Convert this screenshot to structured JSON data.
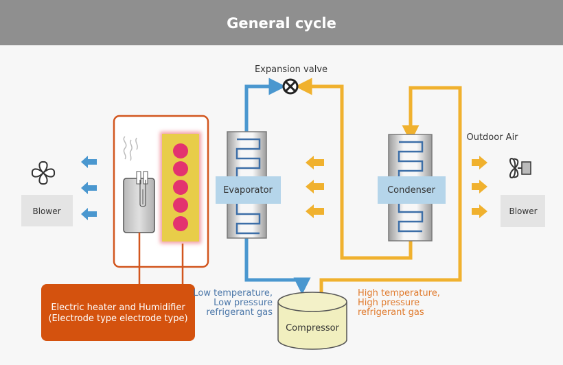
{
  "title": "General cycle",
  "labels": {
    "expansion_valve": "Expansion valve",
    "outdoor_air": "Outdoor Air",
    "evaporator": "Evaporator",
    "condenser": "Condenser",
    "blower_left": "Blower",
    "blower_right": "Blower",
    "compressor": "Compressor",
    "heater_line1": "Electric heater and Humidifier",
    "heater_line2": "(Electrode type electrode type)",
    "low_line1": "Low temperature,",
    "low_line2": "Low pressure",
    "low_line3": "refrigerant gas",
    "high_line1": "High temperature,",
    "high_line2": "High pressure",
    "high_line3": "refrigerant gas"
  },
  "colors": {
    "cold_flow": "#4a97cf",
    "hot_flow": "#f0b12e",
    "heater_frame": "#d2561e",
    "heater_callout": "#d4520e",
    "label_box": "#b5d5ea",
    "low_text": "#4a76a8",
    "high_text": "#e07a2c",
    "compressor_fill": "#f1efbf",
    "blower_box": "#e4e4e4",
    "heating_dot": "#e3336f",
    "heating_panel": "#e8cd49"
  }
}
